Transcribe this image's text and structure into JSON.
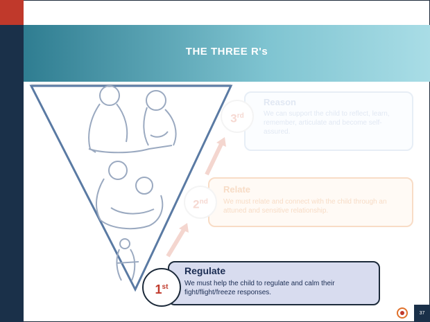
{
  "slide": {
    "title": "THE THREE R's",
    "page_number": "37"
  },
  "steps": [
    {
      "ordinal": "3",
      "suffix": "rd",
      "title": "Reason",
      "description": "We can support the child to reflect, learn, remember, articulate and become self-assured."
    },
    {
      "ordinal": "2",
      "suffix": "nd",
      "title": "Relate",
      "description": "We must relate and connect with the child through an attuned and sensitive relationship."
    },
    {
      "ordinal": "1",
      "suffix": "st",
      "title": "Regulate",
      "description": "We must help the child to regulate and calm their fight/flight/freeze responses."
    }
  ],
  "icons": {
    "logo": "logo-icon",
    "arrows": "arrow-up-icon"
  },
  "colors": {
    "sidebar": "#1a3049",
    "accent_red": "#c0392b",
    "title_band_start": "#2f7d91",
    "title_band_end": "#a9dde6",
    "active_box": "#d8dcef",
    "triangle_stroke": "#5a7aa3"
  }
}
